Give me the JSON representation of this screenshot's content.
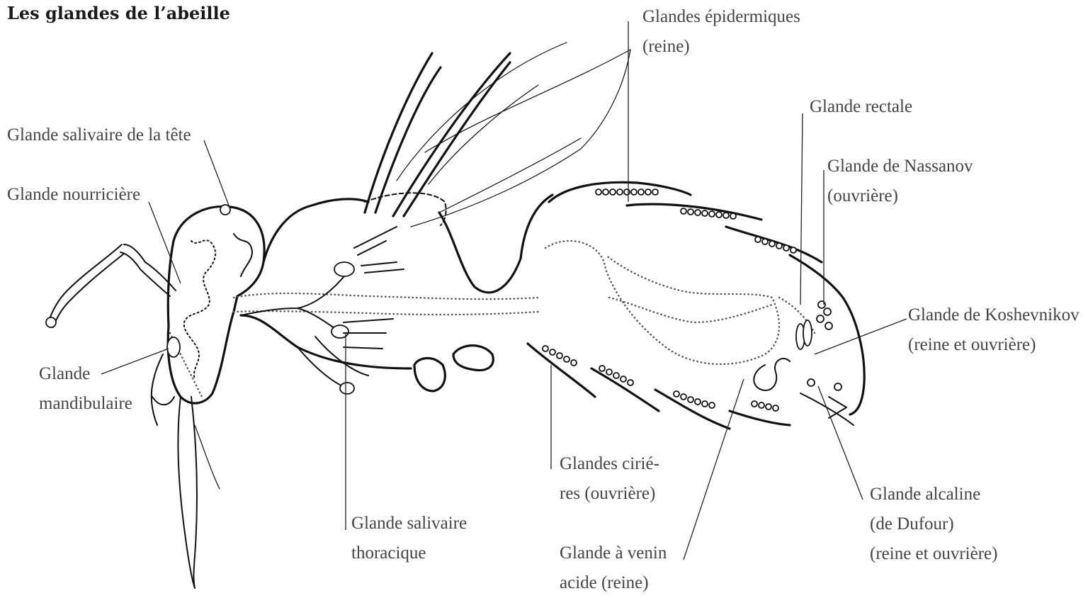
{
  "title": "Les glandes de l’abeille",
  "labels": {
    "salivaire_tete": [
      "Glande salivaire de la tête"
    ],
    "nourriciere": [
      "Glande nourricière"
    ],
    "mandibulaire": [
      "Glande",
      "mandibulaire"
    ],
    "epidermiques": [
      "Glandes épidermiques",
      "(reine)"
    ],
    "rectale": [
      "Glande rectale"
    ],
    "nassanov": [
      "Glande de Nassanov",
      "(ouvrière)"
    ],
    "koshevnikov": [
      "Glande de Koshevnikov",
      "(reine et ouvrière)"
    ],
    "ciriere": [
      "Glandes cirié-",
      "res (ouvrière)"
    ],
    "venin": [
      "Glande à venin",
      "acide (reine)"
    ],
    "alcaline": [
      "Glande alcaline",
      "(de Dufour)",
      "(reine et ouvrière)"
    ],
    "salivaire_thorax": [
      "Glande salivaire",
      "thoracique"
    ]
  }
}
